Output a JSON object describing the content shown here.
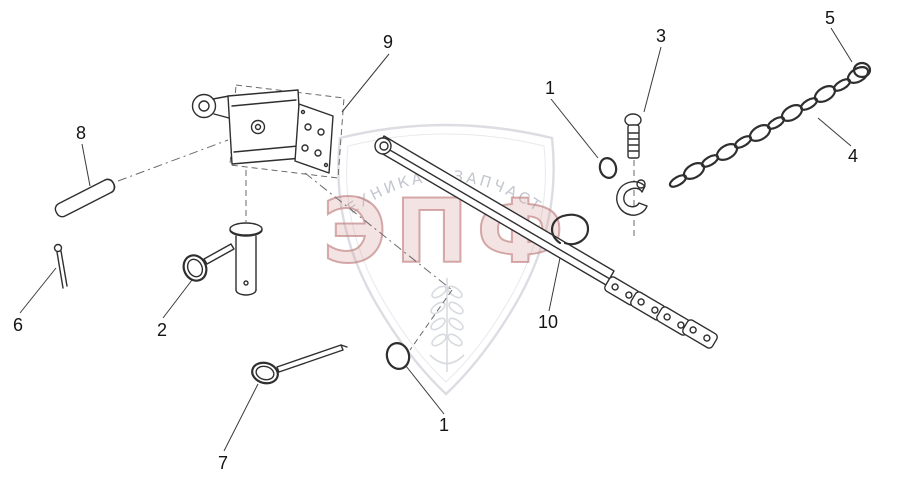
{
  "diagram": {
    "kind": "exploded-parts-diagram",
    "background": "#ffffff",
    "line_color": "#2f2f2f"
  },
  "watermark": {
    "brand": "ЭПФ",
    "tagline": "ТЕХНИКА • ЗАПЧАСТИ",
    "accent_color": "#c47a7a",
    "outline_color": "#b6b9c4"
  },
  "callouts": [
    {
      "label": "9"
    },
    {
      "label": "5"
    },
    {
      "label": "3"
    },
    {
      "label": "1"
    },
    {
      "label": "4"
    },
    {
      "label": "8"
    },
    {
      "label": "6"
    },
    {
      "label": "2"
    },
    {
      "label": "10"
    },
    {
      "label": "7"
    },
    {
      "label": "1"
    }
  ]
}
